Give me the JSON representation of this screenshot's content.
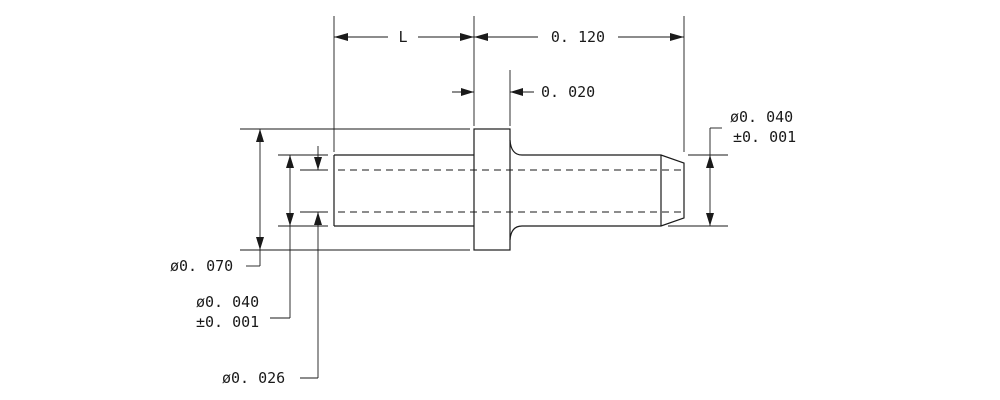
{
  "labels": {
    "length": "L",
    "overall_length": "0. 120",
    "flange_thickness": "0. 020",
    "tip_diameter": "ø0. 040",
    "tip_tolerance": "±0. 001",
    "flange_diameter": "ø0. 070",
    "body_diameter": "ø0. 040",
    "body_tolerance": "±0. 001",
    "bore_diameter": "ø0. 026"
  }
}
